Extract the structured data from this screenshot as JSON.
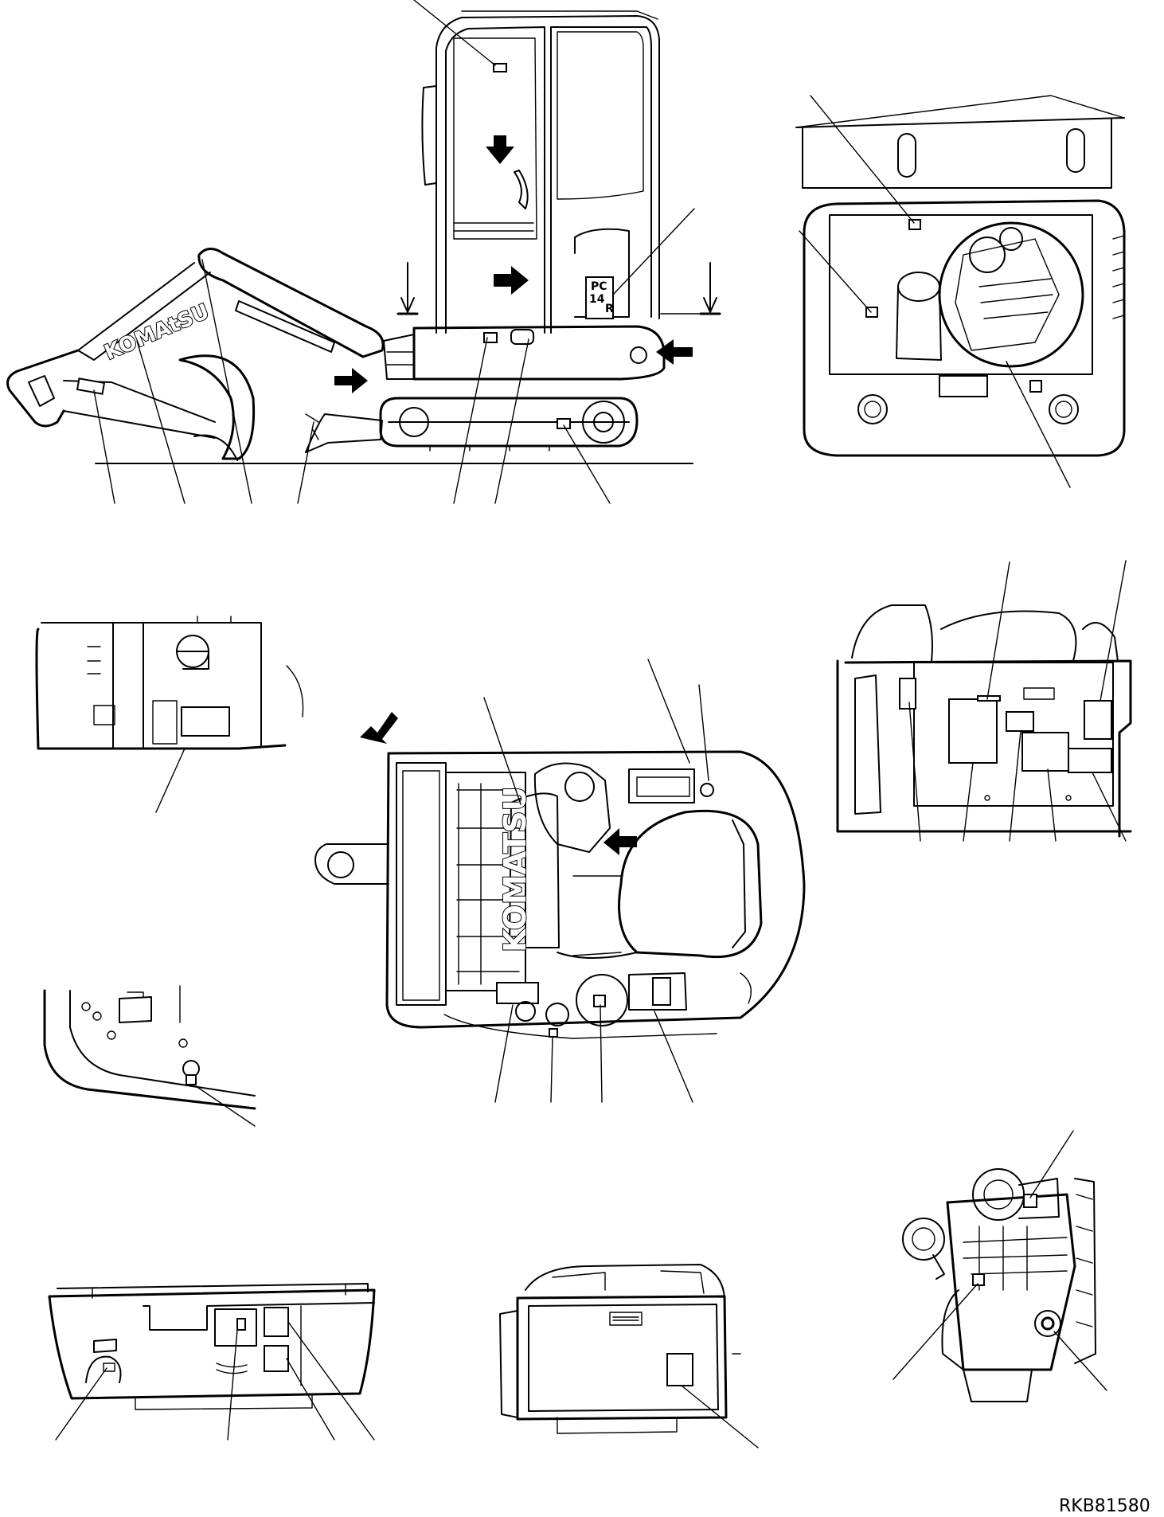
{
  "drawing_ref": "RKB81580",
  "brand": "KOMATSU",
  "brand_alt": "KOMAtSU",
  "model_plate": [
    "PC",
    "14",
    "R"
  ]
}
